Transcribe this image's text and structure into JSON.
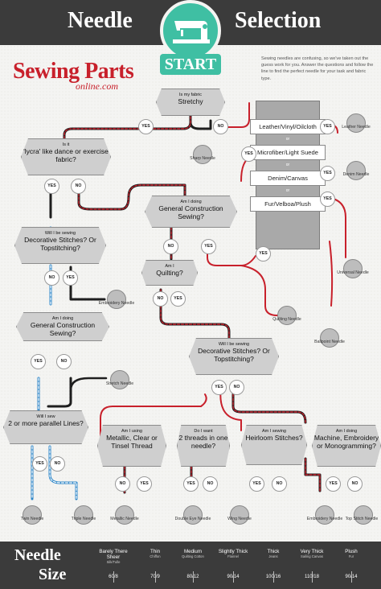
{
  "header": {
    "title_left": "Needle",
    "title_right": "Selection",
    "start": "START"
  },
  "brand": {
    "name": "Sewing Parts",
    "sub": "online.com"
  },
  "intro": "Sewing needles are confusing, so we've taken out the guess work for you.  Answer the questions and follow the line to find the perfect needle for your task and fabric type.",
  "questions": {
    "stretchy": {
      "small": "Is my fabric",
      "big": "Stretchy"
    },
    "lycra": {
      "small": "Is it",
      "big": "'lycra' like dance or exercise fabric?"
    },
    "gcs_right": {
      "small": "Am I doing",
      "big": "General Construction Sewing?"
    },
    "deco_left": {
      "small": "Will I be sewing",
      "big": "Decorative Stitches? Or Topstitching?"
    },
    "quilting": {
      "small": "Am I",
      "big": "Quilting?"
    },
    "gcs_left": {
      "small": "Am I doing",
      "big": "General Construction Sewing?"
    },
    "deco_mid": {
      "small": "Will I be sewing",
      "big": "Decorative Stitches? Or Topstitching?"
    },
    "parallel": {
      "small": "Will I sew",
      "big": "2 or more parallel Lines?"
    },
    "metallic": {
      "small": "Am I using",
      "big": "Metallic, Clear or Tinsel Thread"
    },
    "twothreads": {
      "small": "Do I want",
      "big": "2 threads in one needle?"
    },
    "heirloom": {
      "small": "Am I sewing",
      "big": "Heirloom Stitches?"
    },
    "machine": {
      "small": "Am I doing",
      "big": "Machine, Embroidery or Monogramming?"
    }
  },
  "yes": "YES",
  "no": "NO",
  "or": "or",
  "fabrics": [
    "Leather/Vinyl/Oilcloth",
    "Microfiber/Light Suede",
    "Denim/Canvas",
    "Fur/Velboa/Plush"
  ],
  "results": {
    "leather": "Leather Needle",
    "sharp": "Sharp Needle",
    "denim": "Denim Needle",
    "universal": "Universal Needle",
    "embroidery_l": "Embroidery Needle",
    "quilting": "Quilting Needle",
    "ballpoint": "Ballpoint Needle",
    "stretch": "Stretch Needle",
    "twin": "Twin Needle",
    "triple": "Triple Needle",
    "metallic": "Metallic Needle",
    "double_eye": "Double Eye Needle",
    "wing": "Wing Needle",
    "embroidery_b": "Embroidery Needle",
    "top_stitch": "Top Stitch Needle"
  },
  "footer": {
    "title_a": "Needle",
    "title_b": "Size",
    "sizes": [
      {
        "weight": "Barely There Sheer",
        "fabric": "Silk/Tulle",
        "num": "60/8"
      },
      {
        "weight": "Thin",
        "fabric": "Chiffon",
        "num": "70/9"
      },
      {
        "weight": "Medium",
        "fabric": "Quilting Cotton",
        "num": "80/12"
      },
      {
        "weight": "Slightly Thick",
        "fabric": "Flannel",
        "num": "90/14"
      },
      {
        "weight": "Thick",
        "fabric": "Jeans",
        "num": "100/16"
      },
      {
        "weight": "Very Thick",
        "fabric": "Sailing Canvas",
        "num": "110/18"
      },
      {
        "weight": "Plush",
        "fabric": "Fur",
        "num": "90/14"
      }
    ]
  }
}
